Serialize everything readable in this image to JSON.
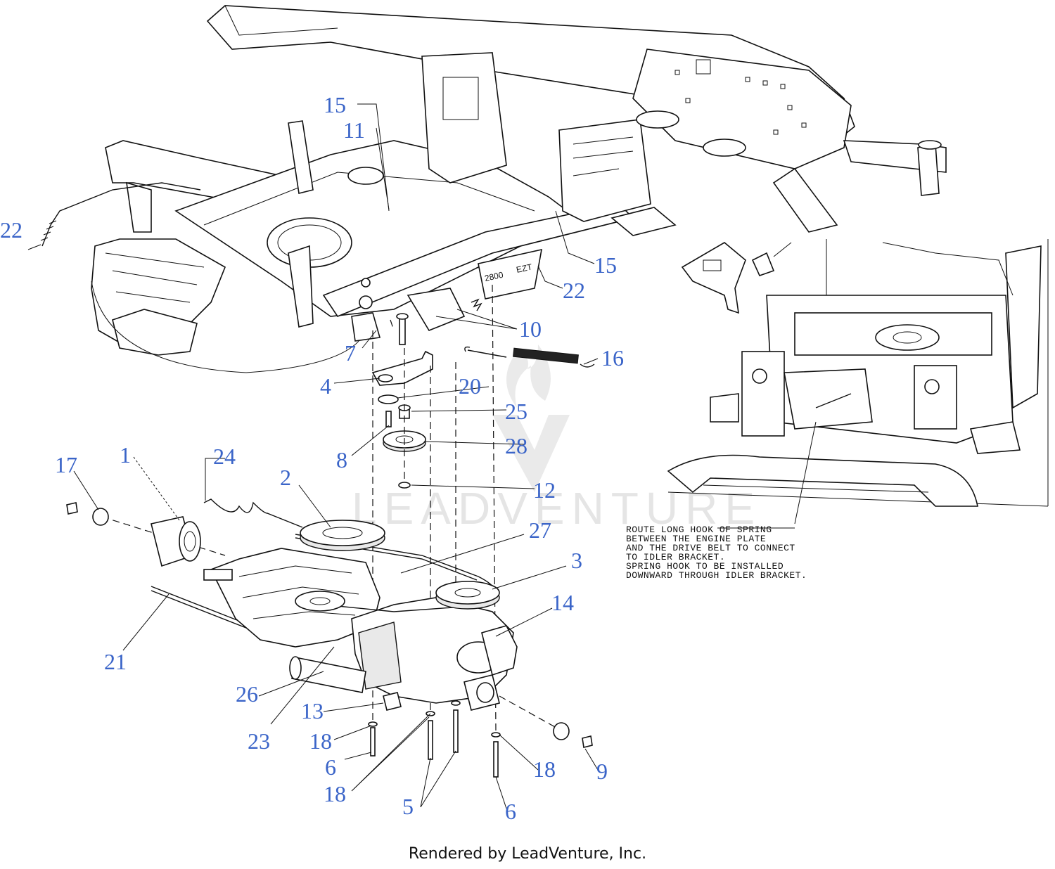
{
  "callouts": [
    {
      "id": "c15a",
      "text": "15"
    },
    {
      "id": "c11",
      "text": "11"
    },
    {
      "id": "c22a",
      "text": "22"
    },
    {
      "id": "c15b",
      "text": "15"
    },
    {
      "id": "c22b",
      "text": "22"
    },
    {
      "id": "c10",
      "text": "10"
    },
    {
      "id": "c7",
      "text": "7"
    },
    {
      "id": "c16",
      "text": "16"
    },
    {
      "id": "c4",
      "text": "4"
    },
    {
      "id": "c20",
      "text": "20"
    },
    {
      "id": "c25",
      "text": "25"
    },
    {
      "id": "c28",
      "text": "28"
    },
    {
      "id": "c8",
      "text": "8"
    },
    {
      "id": "c12",
      "text": "12"
    },
    {
      "id": "c17",
      "text": "17"
    },
    {
      "id": "c1",
      "text": "1"
    },
    {
      "id": "c24",
      "text": "24"
    },
    {
      "id": "c2",
      "text": "2"
    },
    {
      "id": "c27",
      "text": "27"
    },
    {
      "id": "c3",
      "text": "3"
    },
    {
      "id": "c14",
      "text": "14"
    },
    {
      "id": "c21",
      "text": "21"
    },
    {
      "id": "c26",
      "text": "26"
    },
    {
      "id": "c13",
      "text": "13"
    },
    {
      "id": "c23",
      "text": "23"
    },
    {
      "id": "c18a",
      "text": "18"
    },
    {
      "id": "c6a",
      "text": "6"
    },
    {
      "id": "c18b",
      "text": "18"
    },
    {
      "id": "c5",
      "text": "5"
    },
    {
      "id": "c18c",
      "text": "18"
    },
    {
      "id": "c6b",
      "text": "6"
    },
    {
      "id": "c9",
      "text": "9"
    }
  ],
  "note": {
    "lines": [
      "ROUTE LONG HOOK OF SPRING",
      "BETWEEN THE ENGINE PLATE",
      "AND THE DRIVE BELT TO CONNECT",
      "TO IDLER BRACKET.",
      "SPRING HOOK TO BE INSTALLED",
      "DOWNWARD THROUGH IDLER BRACKET."
    ]
  },
  "labels": {
    "decal_model": "2800",
    "decal_brand": "EZT"
  },
  "watermark": "LEADVENTURE",
  "footer": "Rendered by LeadVenture, Inc.",
  "colors": {
    "callout": "#3a64c8",
    "line": "#111111"
  }
}
